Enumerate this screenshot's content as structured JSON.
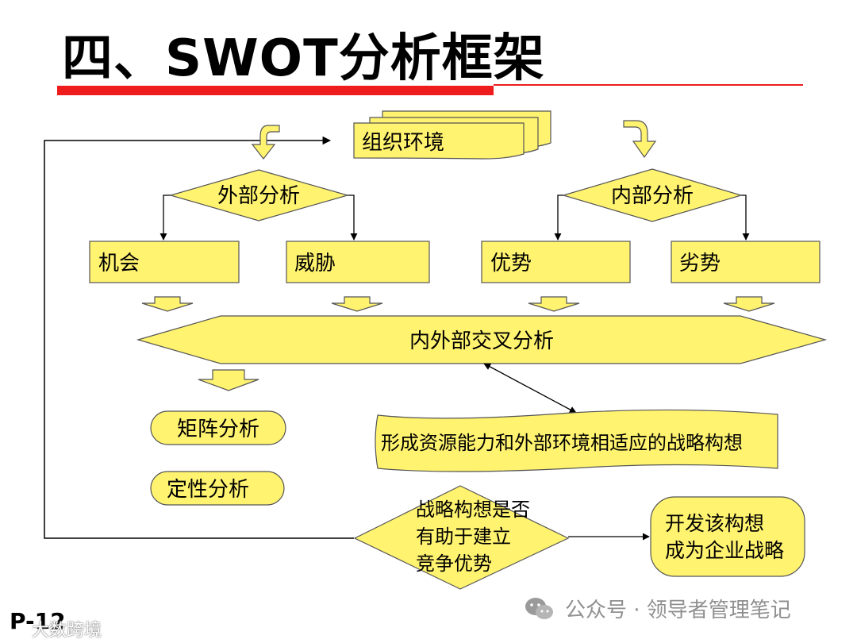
{
  "title": "四、SWOT分析框架",
  "page_number": "P-12",
  "watermark_left": "大数跨境",
  "watermark_right": "公众号 · 领导者管理笔记",
  "colors": {
    "accent_red": "#ee1c1c",
    "shape_fill": "#fff370",
    "shape_stroke": "#555555",
    "watermark": "#8f8f8f"
  },
  "nodes": {
    "org_env": "组织环境",
    "external_analysis": "外部分析",
    "internal_analysis": "内部分析",
    "opportunity": "机会",
    "threat": "威胁",
    "strength": "优势",
    "weakness": "劣势",
    "cross_analysis": "内外部交叉分析",
    "matrix_analysis": "矩阵分析",
    "qualitative_analysis": "定性分析",
    "strategy_concept": "形成资源能力和外部环境相适应的战略构想",
    "decision_lines": [
      "战略构想是否",
      "有助于建立",
      "竞争优势"
    ],
    "result_lines": [
      "开发该构想",
      "成为企业战略"
    ]
  }
}
